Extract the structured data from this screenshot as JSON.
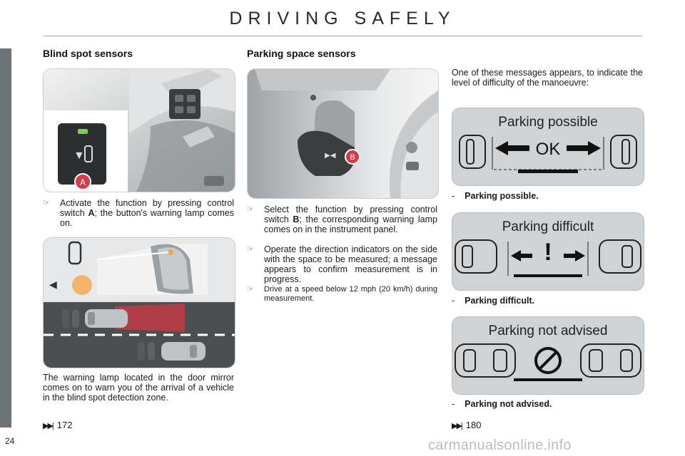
{
  "header": {
    "title": "DRIVING SAFELY"
  },
  "blind_spot": {
    "heading": "Blind spot sensors",
    "switch_letter": "A",
    "bullet_before": "Activate the function by pressing control switch ",
    "bullet_bold": "A",
    "bullet_after": "; the button's warning lamp comes on.",
    "warning_text": "The warning lamp located in the door mirror comes on to warn you of the arrival of a vehicle in the blind spot detection zone.",
    "ref": "172"
  },
  "parking": {
    "heading": "Parking space sensors",
    "switch_letter": "B",
    "bullet1_before": "Select the function by pressing control switch ",
    "bullet1_bold": "B",
    "bullet1_after": "; the corresponding warning lamp comes on in the instrument panel.",
    "bullet2": "Operate the direction indicators on the side with the space to be measured; a message appears to confirm measurement is in progress.",
    "bullet3": "Drive at a speed below 12 mph (20 km/h) during measurement.",
    "intro": "One of these messages appears, to indicate the level of difficulty of the manoeuvre:",
    "messages": [
      {
        "title": "Parking possible",
        "symbol": "OK",
        "caption": "Parking possible."
      },
      {
        "title": "Parking difficult",
        "symbol": "!",
        "caption": "Parking difficult."
      },
      {
        "title": "Parking not advised",
        "symbol": "no-entry-icon",
        "caption": "Parking not advised."
      }
    ],
    "ref": "180"
  },
  "icons": {
    "bullet": "pointing-finger-icon",
    "reference": "fast-forward-icon"
  },
  "colors": {
    "accent_red": "#d43c4a",
    "lamp_green": "#7ed04b",
    "lamp_orange": "#f6a54c",
    "panel_grey": "#d0d3d5"
  },
  "footer": {
    "page_number": "24",
    "watermark": "carmanualsonline.info"
  }
}
